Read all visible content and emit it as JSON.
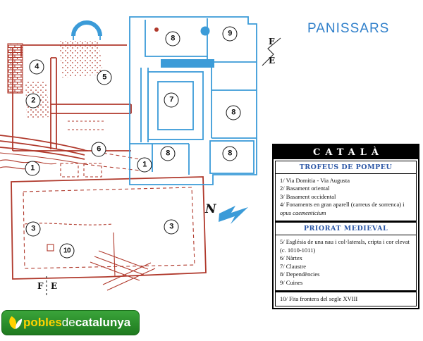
{
  "title": "PANISSARS",
  "colors": {
    "roman": "#b0392c",
    "medieval": "#3b9bd8",
    "titleblue": "#2f7fca",
    "legendblue": "#2b56a5",
    "logogreen": "#3aa43a",
    "logoyellow": "#ffd200"
  },
  "map": {
    "compass": "N",
    "border": {
      "f": "F",
      "e": "E"
    },
    "badges": [
      "4",
      "2",
      "5",
      "8",
      "9",
      "7",
      "8",
      "6",
      "1",
      "1",
      "8",
      "8",
      "3",
      "3",
      "10"
    ]
  },
  "legend": {
    "header": "CATALÀ",
    "roman_title": "TROFEUS DE POMPEU",
    "roman_items": [
      {
        "text": "1/ Via Domitia - Via Augusta"
      },
      {
        "text": "2/ Basament oriental"
      },
      {
        "text": "3/ Basament occidental"
      },
      {
        "text": "4/ Fonaments en gran aparell (carreus de sorrenca) i ",
        "italic": "opus caementicium"
      }
    ],
    "medieval_title": "PRIORAT MEDIEVAL",
    "medieval_items": [
      {
        "text": "5/ Església de una nau i col·laterals, cripta i cor elevat (c. 1010-1011)"
      },
      {
        "text": "6/ Nàrtex"
      },
      {
        "text": "7/ Claustre"
      },
      {
        "text": "8/ Dependències"
      },
      {
        "text": "9/ Cuines"
      }
    ],
    "frontier_item": {
      "text": "10/ Fita frontera del segle XVIII"
    }
  },
  "logo": {
    "part1": "pobles",
    "part2": "de",
    "part3": "catalunya"
  }
}
